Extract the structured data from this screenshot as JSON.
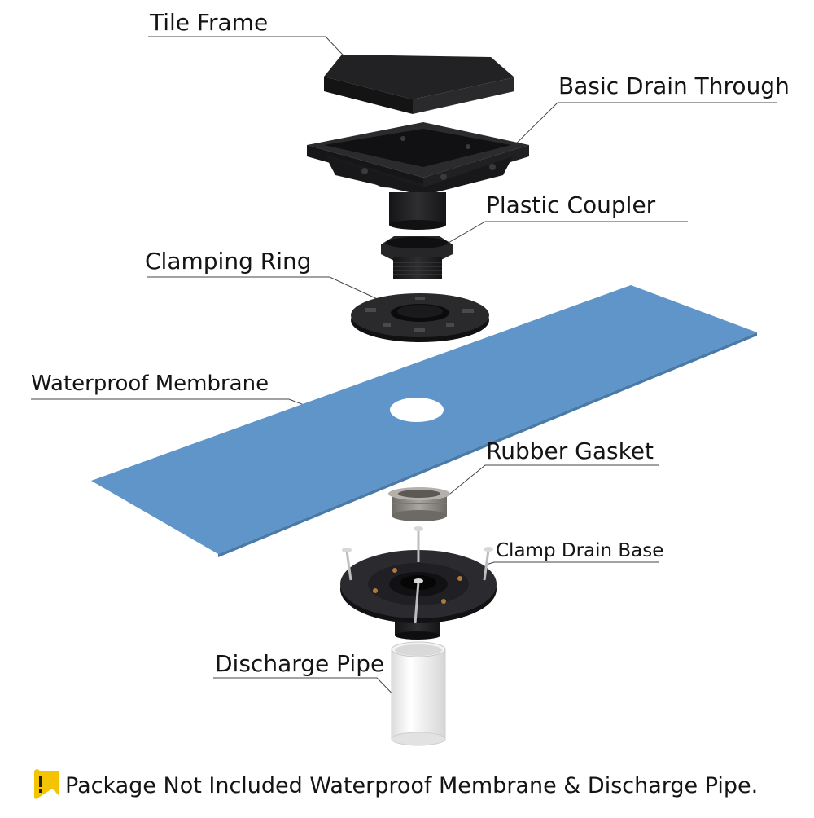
{
  "labels": {
    "tile_frame": "Tile Frame",
    "basic_drain_through": "Basic Drain Through",
    "plastic_coupler": "Plastic Coupler",
    "clamping_ring": "Clamping Ring",
    "waterproof_membrane": "Waterproof Membrane",
    "rubber_gasket": "Rubber Gasket",
    "clamp_drain_base": "Clamp Drain Base",
    "discharge_pipe": "Discharge Pipe"
  },
  "note": {
    "icon": "warning-icon",
    "text": "Package Not Included Waterproof Membrane & Discharge Pipe."
  },
  "colors": {
    "membrane": "#5f95c8",
    "part_black": "#1c1c1e",
    "gasket_gray": "#8e8a86",
    "pipe_white": "#f6f6f6",
    "warning_yellow": "#f5c400"
  }
}
